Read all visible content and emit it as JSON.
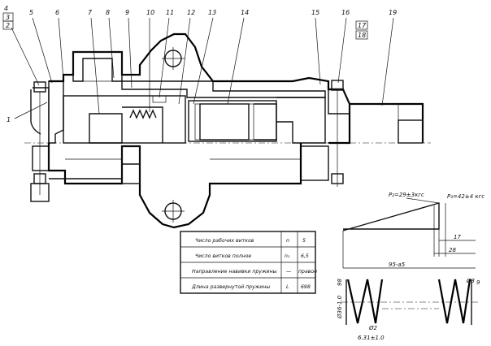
{
  "callouts": [
    {
      "num": "1"
    },
    {
      "num": "2"
    },
    {
      "num": "3"
    },
    {
      "num": "4"
    },
    {
      "num": "5"
    },
    {
      "num": "6"
    },
    {
      "num": "7"
    },
    {
      "num": "8"
    },
    {
      "num": "9"
    },
    {
      "num": "10"
    },
    {
      "num": "11"
    },
    {
      "num": "12"
    },
    {
      "num": "13"
    },
    {
      "num": "14"
    },
    {
      "num": "15"
    },
    {
      "num": "16"
    },
    {
      "num": "17"
    },
    {
      "num": "18"
    },
    {
      "num": "19"
    }
  ],
  "spring_chart": {
    "p2_label": "P₂=29±3кгс",
    "p3_label": "P₃=42±4 кгс",
    "dim_17": "17",
    "dim_28": "28",
    "dim_95": "95-a5",
    "dim_d3": "Ø3",
    "dim_9": "9",
    "dim_d2": "Ø2",
    "dim_d36": "Ø36-1.0",
    "dim_pitch": "6.31±1.0"
  },
  "spec_table": {
    "rows": [
      {
        "name": "Число рабочих витков",
        "sym": "n",
        "val": "5"
      },
      {
        "name": "Число витков полное",
        "sym": "n₁",
        "val": "6,5"
      },
      {
        "name": "Направление навивки пружины",
        "sym": "—",
        "val": "правое"
      },
      {
        "name": "Длина развернутой пружины",
        "sym": "L",
        "val": "698"
      }
    ]
  }
}
